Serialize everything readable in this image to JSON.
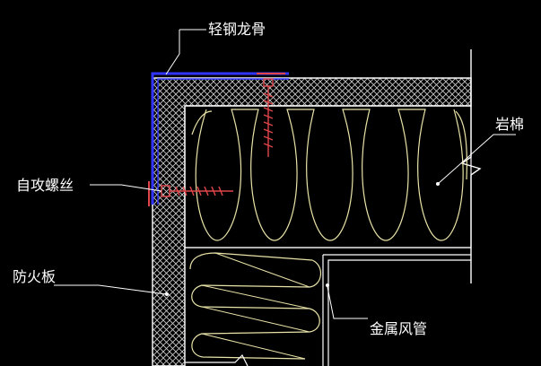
{
  "labels": {
    "light_steel_keel": "轻钢龙骨",
    "rock_wool": "岩棉",
    "self_tapping_screw": "自攻螺丝",
    "fireproof_board": "防火板",
    "metal_duct": "金属风管"
  },
  "colors": {
    "background": "#000000",
    "lines": "#ffffff",
    "hatch": "#cfcfcf",
    "wool": "#e9e3a8",
    "keel": "#2f35ff",
    "screw": "#e0454b",
    "leader": "#ffffff"
  }
}
